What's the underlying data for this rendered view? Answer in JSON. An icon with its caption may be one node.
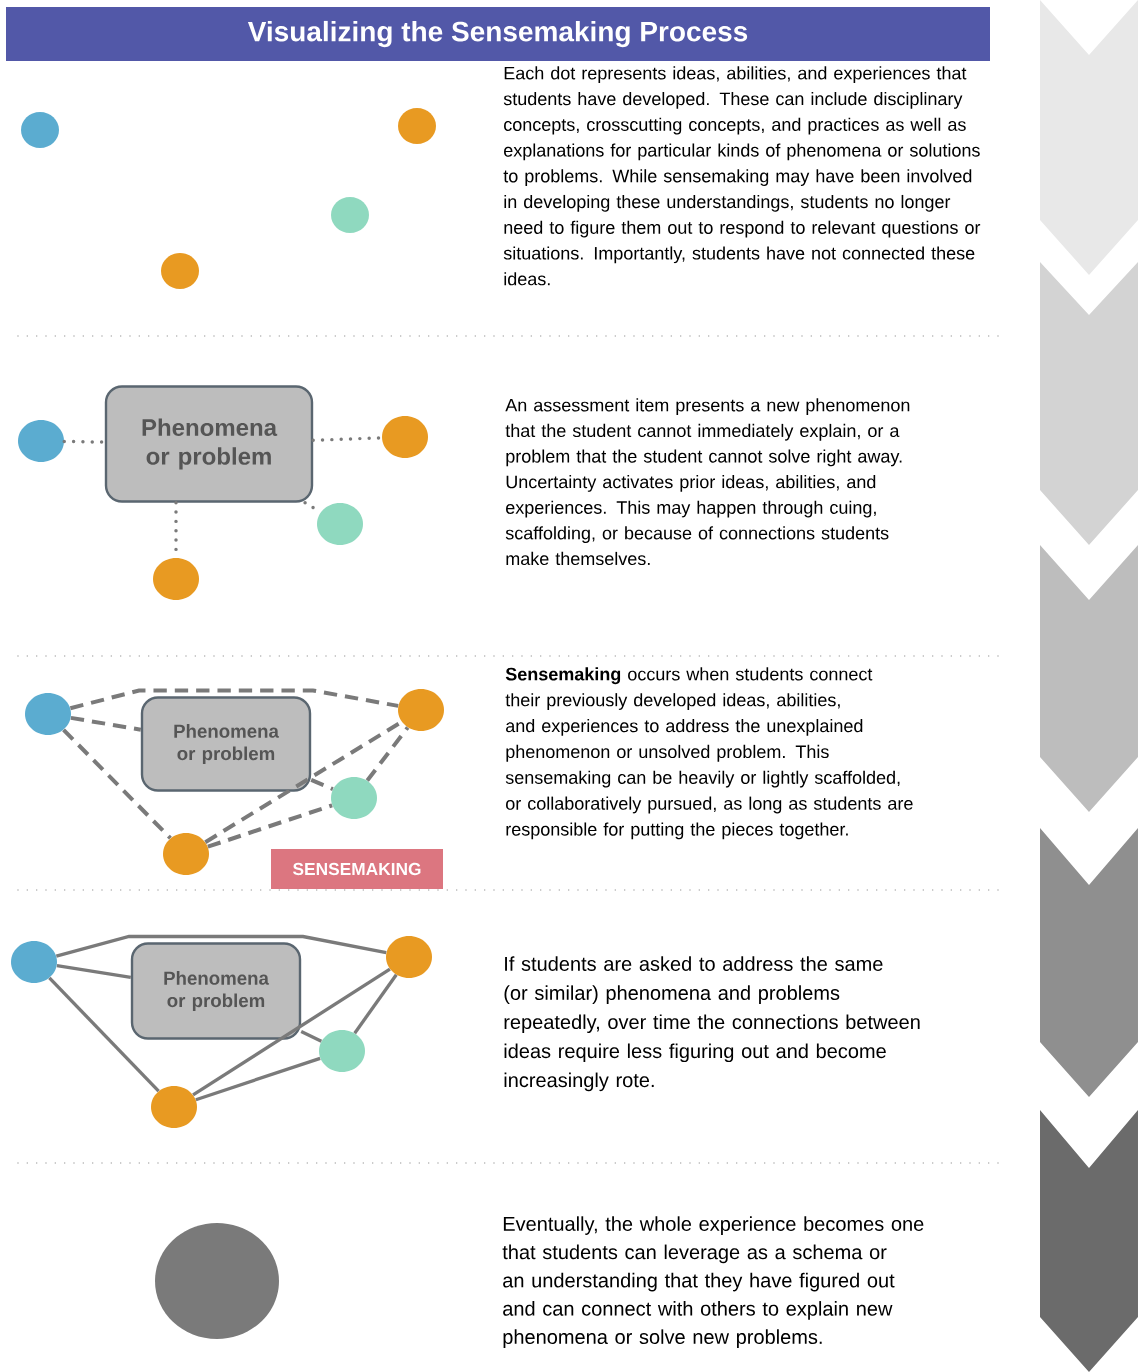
{
  "diagram": {
    "title": "Visualizing the Sensemaking Process",
    "nodes": [
      {
        "text": [],
        "shape": "circle"
      },
      {
        "text": [],
        "shape": "circle"
      },
      {
        "text": [],
        "shape": "circle"
      },
      {
        "text": [],
        "shape": "circle"
      },
      {
        "text": [
          "Phenomena or problem"
        ]
      },
      {
        "text": [],
        "shape": "circle"
      },
      {
        "text": [],
        "shape": "circle"
      },
      {
        "text": [],
        "shape": "circle"
      },
      {
        "text": [],
        "shape": "circle"
      },
      {
        "text": [
          "Phenomena or problem"
        ]
      },
      {
        "text": [],
        "shape": "circle"
      },
      {
        "text": [],
        "shape": "circle"
      },
      {
        "text": [],
        "shape": "circle"
      },
      {
        "text": [],
        "shape": "circle"
      },
      {
        "text": [
          "SENSEMAKING"
        ]
      },
      {
        "text": [
          "Phenomena or problem"
        ]
      },
      {
        "text": [],
        "shape": "circle"
      },
      {
        "text": [],
        "shape": "circle"
      },
      {
        "text": [],
        "shape": "circle"
      },
      {
        "text": [],
        "shape": "circle"
      },
      {
        "text": [],
        "shape": "circle"
      }
    ],
    "edges": [
      {
        "from": 5,
        "to": 4,
        "arrow": "none",
        "style": "dashed"
      },
      {
        "from": 4,
        "to": 6,
        "arrow": "none",
        "style": "dashed"
      },
      {
        "from": 4,
        "to": 7,
        "arrow": "none",
        "style": "dashed"
      },
      {
        "from": 4,
        "to": 8,
        "arrow": "none",
        "style": "dashed"
      },
      {
        "from": 10,
        "to": 11,
        "arrow": "none",
        "style": "dashed"
      },
      {
        "from": 10,
        "to": 9,
        "arrow": "none",
        "style": "dashed"
      },
      {
        "from": 10,
        "to": 13,
        "arrow": "none",
        "style": "dashed"
      },
      {
        "from": 13,
        "to": 11,
        "arrow": "none",
        "style": "dashed"
      },
      {
        "from": 9,
        "to": 12,
        "arrow": "none",
        "style": "dashed"
      },
      {
        "from": 12,
        "to": 11,
        "arrow": "none",
        "style": "dashed"
      },
      {
        "from": 13,
        "to": 12,
        "arrow": "none",
        "style": "dashed"
      },
      {
        "from": 16,
        "to": 17,
        "arrow": "none"
      },
      {
        "from": 16,
        "to": 15,
        "arrow": "none"
      },
      {
        "from": 16,
        "to": 19,
        "arrow": "none"
      },
      {
        "from": 19,
        "to": 17,
        "arrow": "none"
      },
      {
        "from": 15,
        "to": 18,
        "arrow": "none"
      },
      {
        "from": 18,
        "to": 17,
        "arrow": "none"
      },
      {
        "from": 19,
        "to": 18,
        "arrow": "none"
      }
    ],
    "labels": [
      "Each dot represents ideas, abilities, and experiences that students have developed. These can include disciplinary concepts, crosscutting concepts, and practices as well as explanations for particular kinds of phenomena or solutions to problems. While sensemaking may have been involved in developing these understandings, students no longer need to figure them out to respond to relevant questions or situations. Importantly, students have not connected these ideas.",
      "An assessment item presents a new phenomenon that the student cannot immediately explain, or a problem that the student cannot solve right away. Uncertainty activates prior ideas, abilities, and experiences. This may happen through cuing, scaffolding, or because of connections students make themselves.",
      "**Sensemaking** occurs when students connect their previously developed ideas, abilities, and experiences to address the unexplained phenomenon or unsolved problem. This sensemaking can be heavily or lightly scaffolded, or collaboratively pursued, as long as students are responsible for putting the pieces together.",
      "If students are asked to address the same (or similar) phenomena and problems repeatedly, over time the connections between ideas require less figuring out and become increasingly rote.",
      "Eventually, the whole experience becomes one that students can leverage as a schema or an understanding that they have figured out and can connect with others to explain new phenomena or solve new problems."
    ]
  }
}
